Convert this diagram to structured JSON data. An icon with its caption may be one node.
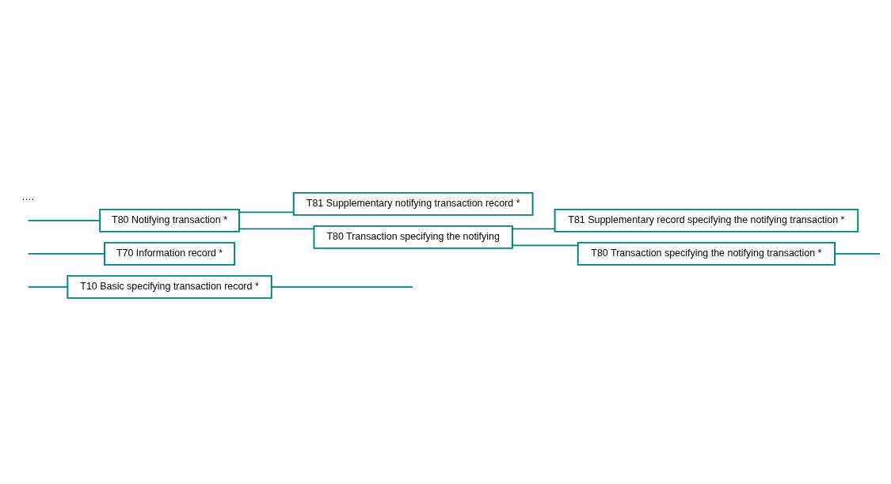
{
  "diagram": {
    "nodes": [
      {
        "text": [
          "T10 Basic specifying transaction record *"
        ]
      },
      {
        "text": [
          "T70 Information record *"
        ]
      },
      {
        "text": [
          "T80 Notifying transaction *"
        ]
      },
      {
        "text": [
          "T81 Supplementary notifying transaction record *"
        ]
      },
      {
        "text": [
          "T80 Transaction specifying the notifying"
        ]
      },
      {
        "text": [
          "T81 Supplementary record specifying the notifying transaction *"
        ]
      },
      {
        "text": [
          "T80 Transaction specifying the notifying transaction *"
        ]
      }
    ],
    "edges": [
      {
        "from": null,
        "to": 0,
        "arrow": "none"
      },
      {
        "from": 0,
        "to": null,
        "arrow": "none"
      },
      {
        "from": null,
        "to": 1,
        "arrow": "none"
      },
      {
        "from": null,
        "to": 2,
        "arrow": "none"
      },
      {
        "from": 2,
        "to": 3,
        "arrow": "none"
      },
      {
        "from": 2,
        "to": 4,
        "arrow": "none"
      },
      {
        "from": 4,
        "to": 5,
        "arrow": "none"
      },
      {
        "from": 4,
        "to": 6,
        "arrow": "none"
      },
      {
        "from": 6,
        "to": null,
        "arrow": "none"
      }
    ],
    "labels": [
      "…."
    ]
  }
}
